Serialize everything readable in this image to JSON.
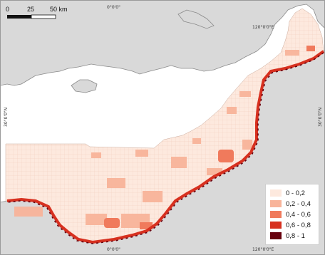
{
  "scale_bar": {
    "labels": [
      "0",
      "25",
      "50 km"
    ]
  },
  "graticule": {
    "top_left": "0°0'0\"",
    "top_right": "120°0'0\"E",
    "bottom_left": "0°0'0\"",
    "bottom_right": "120°0'0\"E",
    "left_axis": "30°0'0\"N",
    "right_axis": "30°0'0\"N"
  },
  "legend": {
    "items": [
      {
        "label": "0 - 0,2",
        "color": "#fde9de"
      },
      {
        "label": "0,2 - 0,4",
        "color": "#f8b49a"
      },
      {
        "label": "0,4 - 0,6",
        "color": "#f07a5c"
      },
      {
        "label": "0,6 - 0,8",
        "color": "#d7301f"
      },
      {
        "label": "0,8 - 1",
        "color": "#67000d"
      }
    ]
  },
  "colors": {
    "land": "#d9d9d9",
    "sea": "#ffffff",
    "coast": "#8a8a8a",
    "class_0": "#fde9de",
    "class_1": "#f8b49a",
    "class_2": "#f07a5c",
    "class_3": "#d7301f",
    "class_4": "#67000d"
  }
}
